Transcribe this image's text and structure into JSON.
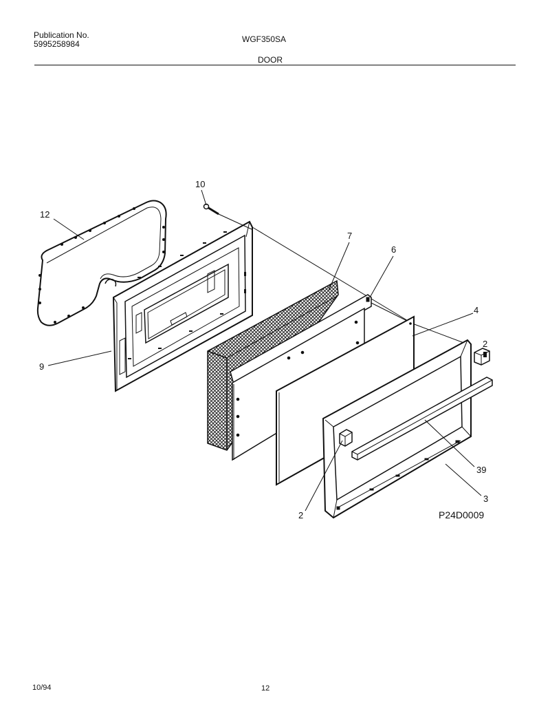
{
  "header": {
    "publication_label": "Publication No.",
    "publication_number": "5995258984",
    "model": "WGF350SA",
    "section": "DOOR"
  },
  "diagram": {
    "code": "P24D0009",
    "callouts": {
      "c10": "10",
      "c12": "12",
      "c9": "9",
      "c7": "7",
      "c6": "6",
      "c4": "4",
      "c2_right": "2",
      "c39": "39",
      "c3": "3",
      "c2_left": "2"
    }
  },
  "footer": {
    "date": "10/94",
    "page": "12"
  }
}
